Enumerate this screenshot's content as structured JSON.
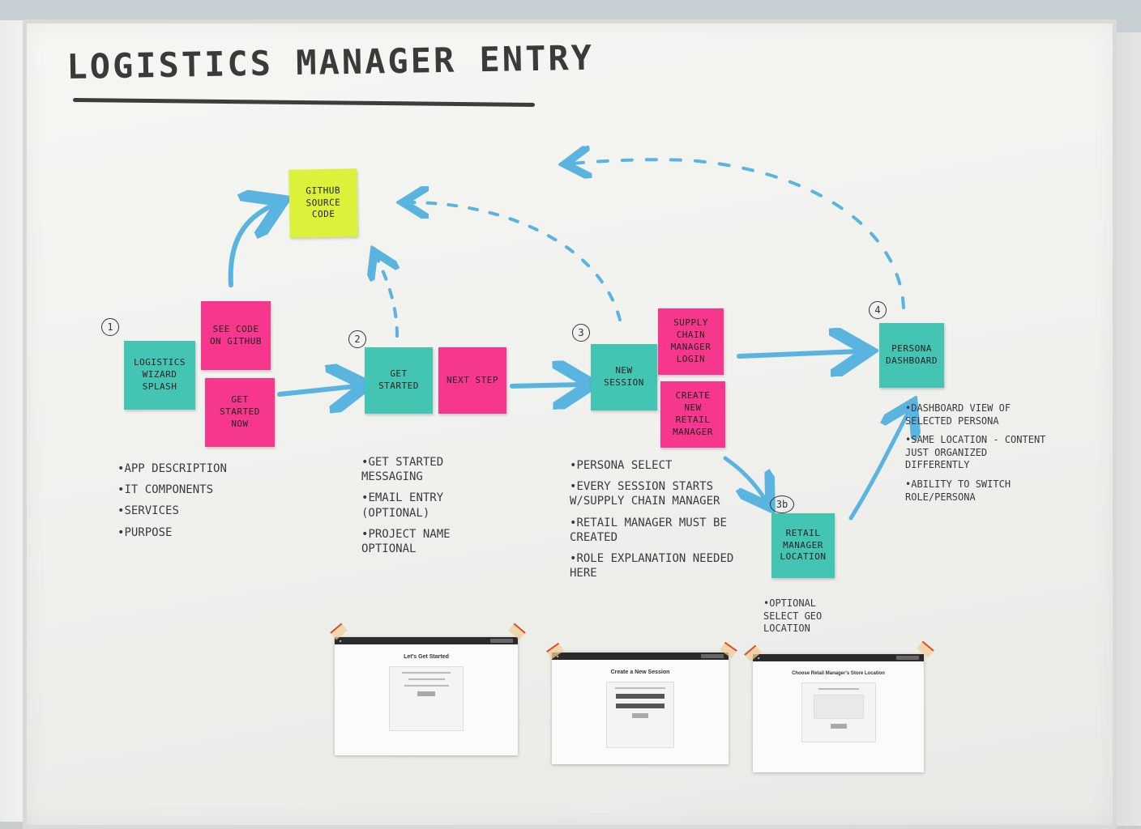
{
  "title": "LOGISTICS MANAGER ENTRY",
  "steps": {
    "s1": "1",
    "s2": "2",
    "s3": "3",
    "s3b": "3b",
    "s4": "4"
  },
  "notes": {
    "github": "GITHUB SOURCE CODE",
    "splash": "LOGISTICS WIZARD SPLASH",
    "see_code": "SEE CODE ON GITHUB",
    "get_started_now": "GET STARTED NOW",
    "get_started": "GET STARTED",
    "next_step": "NEXT STEP",
    "new_session": "NEW SESSION",
    "supply_chain_login": "SUPPLY CHAIN MANAGER LOGIN",
    "create_retail": "CREATE NEW RETAIL MANAGER",
    "retail_location": "RETAIL MANAGER LOCATION",
    "persona_dashboard": "PERSONA DASHBOARD"
  },
  "lists": {
    "step1": [
      "APP DESCRIPTION",
      "IT COMPONENTS",
      "SERVICES",
      "PURPOSE"
    ],
    "step2": [
      "GET STARTED MESSAGING",
      "EMAIL ENTRY (OPTIONAL)",
      "PROJECT NAME OPTIONAL"
    ],
    "step3": [
      "PERSONA SELECT",
      "EVERY SESSION STARTS W/SUPPLY CHAIN MANAGER",
      "RETAIL MANAGER MUST BE CREATED",
      "ROLE EXPLANATION NEEDED HERE"
    ],
    "step3b": [
      "OPTIONAL SELECT GEO LOCATION"
    ],
    "step4": [
      "DASHBOARD VIEW OF SELECTED PERSONA",
      "SAME LOCATION - CONTENT JUST ORGANIZED DIFFERENTLY",
      "ABILITY TO SWITCH ROLE/PERSONA"
    ]
  },
  "printouts": {
    "p1_heading": "Let's Get Started",
    "p2_heading": "Create a New Session",
    "p3_heading": "Choose Retail Manager's Store Location"
  },
  "colors": {
    "teal": "#44c5b4",
    "pink": "#f7368e",
    "yellow": "#dcf23a",
    "marker_blue": "#5ab4e0"
  }
}
